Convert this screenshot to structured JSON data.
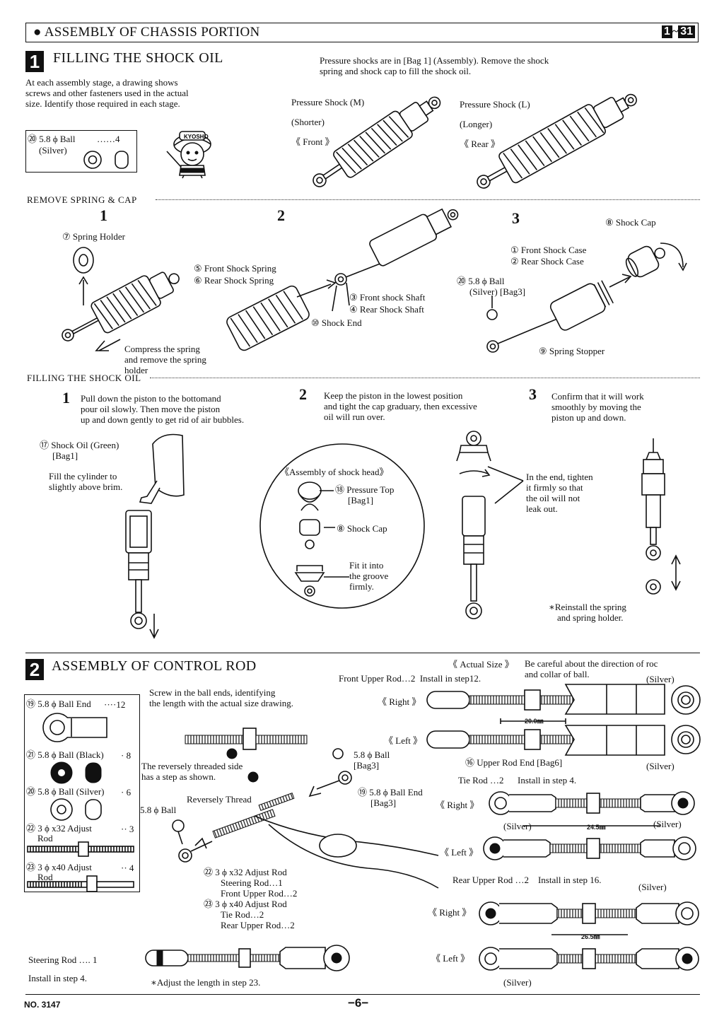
{
  "header": {
    "title": "ASSEMBLY OF CHASSIS PORTION",
    "range_start": "1",
    "range_sep": "~",
    "range_end": "31"
  },
  "section1": {
    "num": "1",
    "title": "FILLING THE SHOCK OIL",
    "intro": [
      "At each assembly stage, a drawing shows",
      "screws and other fasteners used in the actual",
      "size. Identify those required in each stage."
    ],
    "parts_box": {
      "code": "⑳",
      "name": "5.8 ϕ Ball",
      "color": "(Silver)",
      "qty": "……4"
    },
    "note": [
      "Pressure shocks are in [Bag 1] (Assembly). Remove the shock",
      "spring and shock cap to fill the shock oil."
    ],
    "shock_m": [
      "Pressure Shock (M)",
      "(Shorter)",
      "《 Front 》"
    ],
    "shock_l": [
      "Pressure Shock (L)",
      "(Longer)",
      "《 Rear 》"
    ],
    "remove_label": "REMOVE SPRING & CAP",
    "remove_steps": [
      "1",
      "2",
      "3"
    ],
    "r1": {
      "spring_holder": "⑦ Spring Holder",
      "compress": [
        "Compress the spring",
        "and remove the spring",
        "holder"
      ]
    },
    "r2": {
      "front_spring": "⑤ Front Shock Spring",
      "rear_spring": "⑥ Rear Shock Spring",
      "front_shaft": "③ Front shock Shaft",
      "rear_shaft": "④ Rear Shock Shaft",
      "shock_end": "⑩ Shock End"
    },
    "r3": {
      "shock_cap": "⑧ Shock Cap",
      "front_case": "① Front Shock Case",
      "rear_case": "② Rear Shock Case",
      "ball": [
        "⑳ 5.8 ϕ Ball",
        "(Silver) [Bag3]"
      ],
      "stopper": "⑨ Spring Stopper"
    },
    "fill_label": "FILLING THE SHOCK OIL",
    "fill_steps": [
      {
        "num": "1",
        "text": [
          "Pull down the piston to the bottomand",
          "pour oil slowly.   Then move the piston",
          "up and down gently to get rid of air bubbles."
        ]
      },
      {
        "num": "2",
        "text": [
          "Keep the piston in the lowest position",
          "and tight the cap graduary, then excessive",
          "oil will run over."
        ]
      },
      {
        "num": "3",
        "text": [
          "Confirm that it will work",
          "smoothly by moving the",
          "piston up and down."
        ]
      }
    ],
    "oil": [
      "⑰ Shock Oil (Green)",
      "[Bag1]"
    ],
    "fill_cyl": [
      "Fill the cylinder to",
      "slightly above brim."
    ],
    "head": {
      "title": "《Assembly of shock head》",
      "top": [
        "⑱ Pressure Top",
        "[Bag1]"
      ],
      "cap": "⑧ Shock Cap",
      "fit": [
        "Fit it into",
        "the groove",
        "firmly."
      ]
    },
    "tighten": [
      "In the end, tighten",
      "it firmly so that",
      "the oil will not",
      "leak out."
    ],
    "reinstall": [
      "∗Reinstall the spring",
      "and spring holder."
    ]
  },
  "section2": {
    "num": "2",
    "title": "ASSEMBLY OF CONTROL ROD",
    "parts": [
      {
        "code": "⑲",
        "name": "5.8 ϕ Ball End",
        "qty": "····12"
      },
      {
        "code": "㉑",
        "name": "5.8 ϕ Ball (Black)",
        "qty": "· 8"
      },
      {
        "code": "⑳",
        "name": "5.8 ϕ Ball (Silver)",
        "qty": "· 6"
      },
      {
        "code": "㉒",
        "name": "3 ϕ x32 Adjust",
        "name2": "Rod",
        "qty": "·· 3"
      },
      {
        "code": "㉓",
        "name": "3 ϕ x40 Adjust",
        "name2": "Rod",
        "qty": "·· 4"
      }
    ],
    "screw_note": [
      "Screw in the ball ends, identifying",
      "the length with the actual size drawing."
    ],
    "reverse_note": [
      "The reversely threaded side",
      "has a step as shown."
    ],
    "reverse_thread": "Reversely Thread",
    "ball_left": "5.8 ϕ Ball",
    "ball_right": [
      "5.8 ϕ Ball",
      "[Bag3]"
    ],
    "ball_end": [
      "⑲ 5.8 ϕ Ball End",
      "[Bag3]"
    ],
    "rod_list": [
      "㉒ 3 ϕ x32 Adjust Rod",
      "Steering Rod…1",
      "Front Upper Rod…2",
      "㉓ 3 ϕ x40 Adjust Rod",
      "Tie Rod…2",
      "Rear Upper Rod…2"
    ],
    "actual_size": "《 Actual Size 》",
    "direction_note": [
      "Be careful about the direction of roc",
      "and collar of ball."
    ],
    "front_upper": [
      "Front Upper Rod…2",
      "Install in step12."
    ],
    "upper_rod_end": "⑯ Upper Rod End [Bag6]",
    "tie_rod": [
      "Tie Rod …2",
      "Install in step 4."
    ],
    "rear_upper": [
      "Rear Upper Rod …2",
      "Install in step 16."
    ],
    "steering": [
      "Steering Rod …. 1",
      "Install in step 4."
    ],
    "adjust_note": "∗Adjust the length in step 23.",
    "right": "《 Right 》",
    "left": "《 Left 》",
    "silver": "(Silver)",
    "dim_20": "20.0㎜",
    "dim_245": "24.5㎜",
    "dim_265": "26.5㎜"
  },
  "footer": {
    "doc_no": "NO. 3147",
    "page": "−6−"
  }
}
